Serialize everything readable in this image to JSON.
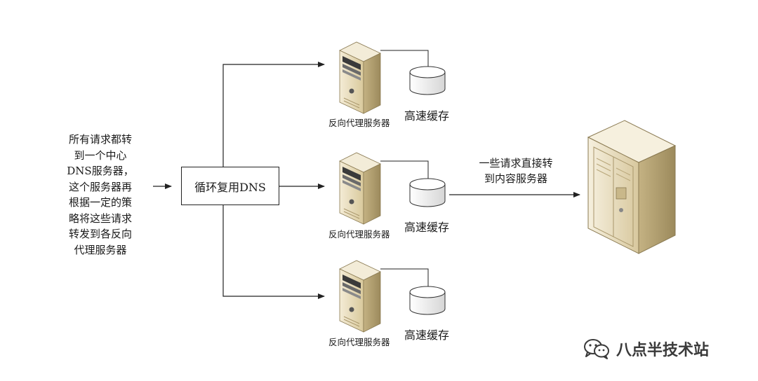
{
  "left_description": {
    "lines": [
      "所有请求都转",
      "到一个中心",
      "DNS服务器，",
      "这个服务器再",
      "根据一定的策",
      "略将这些请求",
      "转发到各反向",
      "代理服务器"
    ]
  },
  "dns_box": {
    "label": "循环复用DNS"
  },
  "proxy_servers": [
    {
      "label": "反向代理服务器",
      "cache_label": "高速缓存"
    },
    {
      "label": "反向代理服务器",
      "cache_label": "高速缓存"
    },
    {
      "label": "反向代理服务器",
      "cache_label": "高速缓存"
    }
  ],
  "direct_note": {
    "lines": [
      "一些请求直接转",
      "到内容服务器"
    ]
  },
  "watermark": {
    "text": "八点半技术站",
    "icon": "wechat-icon"
  },
  "colors": {
    "server_front": "#e6dcc0",
    "server_side": "#bfae80",
    "server_top": "#f3ecd8",
    "line": "#222222"
  }
}
